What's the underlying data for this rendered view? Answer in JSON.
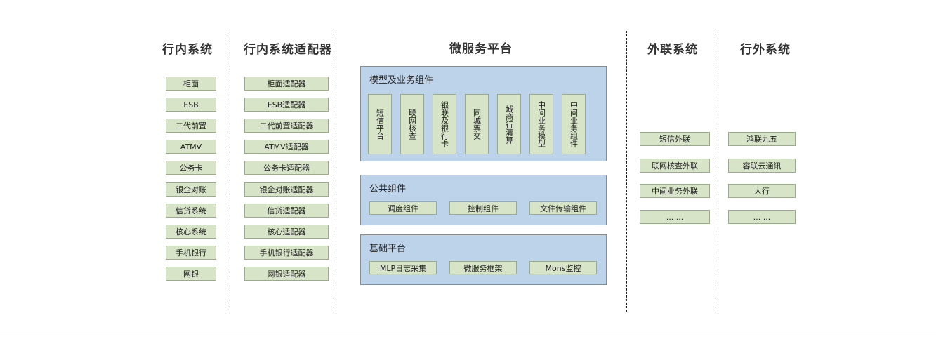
{
  "diagram": {
    "title_bar_present": true,
    "colors": {
      "chip_fill": "#d7e4c8",
      "chip_border": "#9aaa8c",
      "panel_fill": "#bdd3ea",
      "panel_border": "#868d96",
      "divider": "#1a1a1a",
      "text": "#333333"
    }
  },
  "columns": {
    "internal_systems": {
      "title": "行内系统",
      "items": [
        "柜面",
        "ESB",
        "二代前置",
        "ATMV",
        "公务卡",
        "银企对账",
        "信贷系统",
        "核心系统",
        "手机银行",
        "网银"
      ]
    },
    "internal_adapters": {
      "title": "行内系统适配器",
      "items": [
        "柜面适配器",
        "ESB适配器",
        "二代前置适配器",
        "ATMV适配器",
        "公务卡适配器",
        "银企对账适配器",
        "信贷适配器",
        "核心适配器",
        "手机银行适配器",
        "网银适配器"
      ]
    },
    "microservice_platform": {
      "title": "微服务平台",
      "panels": [
        {
          "title": "模型及业务组件",
          "orientation": "vertical",
          "items": [
            "短信平台",
            "联网核查",
            "银联及银行卡",
            "同城票交",
            "城商行清算",
            "中间业务模型",
            "中间业务组件"
          ]
        },
        {
          "title": "公共组件",
          "orientation": "horizontal",
          "items": [
            "调度组件",
            "控制组件",
            "文件传输组件"
          ]
        },
        {
          "title": "基础平台",
          "orientation": "horizontal",
          "items": [
            "MLP日志采集",
            "微服务框架",
            "Mons监控"
          ]
        }
      ]
    },
    "external_link_systems": {
      "title": "外联系统",
      "items": [
        "短信外联",
        "联网核查外联",
        "中间业务外联",
        "... ..."
      ]
    },
    "outside_bank_systems": {
      "title": "行外系统",
      "items": [
        "鸿联九五",
        "容联云通讯",
        "人行",
        "... ..."
      ]
    }
  }
}
